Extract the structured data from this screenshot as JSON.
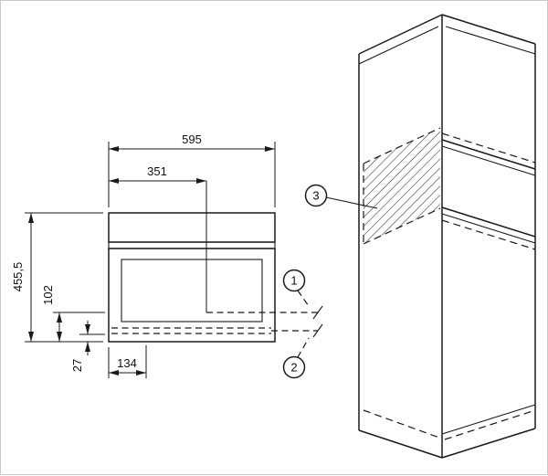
{
  "diagram": {
    "type": "built-in appliance niche installation dimensions",
    "colors": {
      "line": "#1a1a1a",
      "panel_fill": "#d9d9d9",
      "background": "#ffffff"
    },
    "front_view": {
      "dims": {
        "total_width": "595",
        "partial_width": "351",
        "total_height": "455,5",
        "cable_height": "102",
        "cable_bottom_offset": "27",
        "cable_side_offset": "134"
      },
      "callouts": {
        "one": "1",
        "two": "2"
      }
    },
    "cabinet_view": {
      "callouts": {
        "three": "3"
      }
    }
  }
}
